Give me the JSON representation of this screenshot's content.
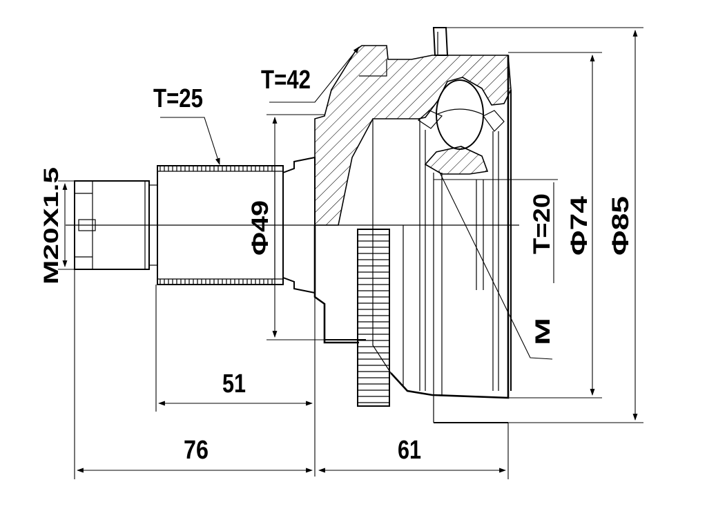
{
  "drawing": {
    "labels": {
      "thread_spec": "M20X1.5",
      "t25": "T=25",
      "t42": "T=42",
      "t20": "T=20",
      "dia49": "Φ49",
      "dia74": "Φ74",
      "dia85": "Φ85",
      "mark_m": "M",
      "dim_51": "51",
      "dim_76": "76",
      "dim_61": "61"
    }
  }
}
